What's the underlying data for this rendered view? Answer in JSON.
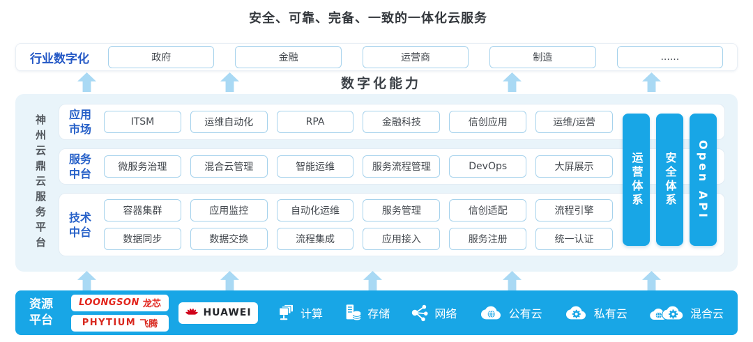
{
  "title": "安全、可靠、完备、一致的一体化云服务",
  "industry": {
    "label": "行业数字化",
    "items": [
      "政府",
      "金融",
      "运营商",
      "制造",
      "......"
    ]
  },
  "capability_label": "数字化能力",
  "platform": {
    "name": "神州云鼎云服务平台",
    "rows": [
      {
        "label": "应用市场",
        "items": [
          "ITSM",
          "运维自动化",
          "RPA",
          "金融科技",
          "信创应用",
          "运维/运营"
        ]
      },
      {
        "label": "服务中台",
        "items": [
          "微服务治理",
          "混合云管理",
          "智能运维",
          "服务流程管理",
          "DevOps",
          "大屏展示"
        ]
      },
      {
        "label": "技术中台",
        "items_top": [
          "容器集群",
          "应用监控",
          "自动化运维",
          "服务管理",
          "信创适配",
          "流程引擎"
        ],
        "items_bottom": [
          "数据同步",
          "数据交换",
          "流程集成",
          "应用接入",
          "服务注册",
          "统一认证"
        ]
      }
    ],
    "pillars": [
      "运营体系",
      "安全体系",
      "Open API"
    ]
  },
  "resources": {
    "label": "资源平台",
    "vendors": {
      "loongson_en": "LOONGSON",
      "loongson_cn": "龙芯",
      "phytium_en": "PHYTIUM",
      "phytium_cn": "飞腾",
      "huawei": "HUAWEI"
    },
    "items": [
      {
        "label": "计算",
        "icon": "compute-icon"
      },
      {
        "label": "存储",
        "icon": "storage-icon"
      },
      {
        "label": "网络",
        "icon": "network-icon"
      },
      {
        "label": "公有云",
        "icon": "public-cloud-icon"
      },
      {
        "label": "私有云",
        "icon": "private-cloud-icon"
      },
      {
        "label": "混合云",
        "icon": "hybrid-cloud-icon"
      }
    ]
  },
  "colors": {
    "accent_blue": "#18a6e6",
    "arrow_blue": "#a9d9f4",
    "panel_blue": "#e9f4fa",
    "label_blue": "#2357c5",
    "vendor_red": "#e2231a"
  }
}
